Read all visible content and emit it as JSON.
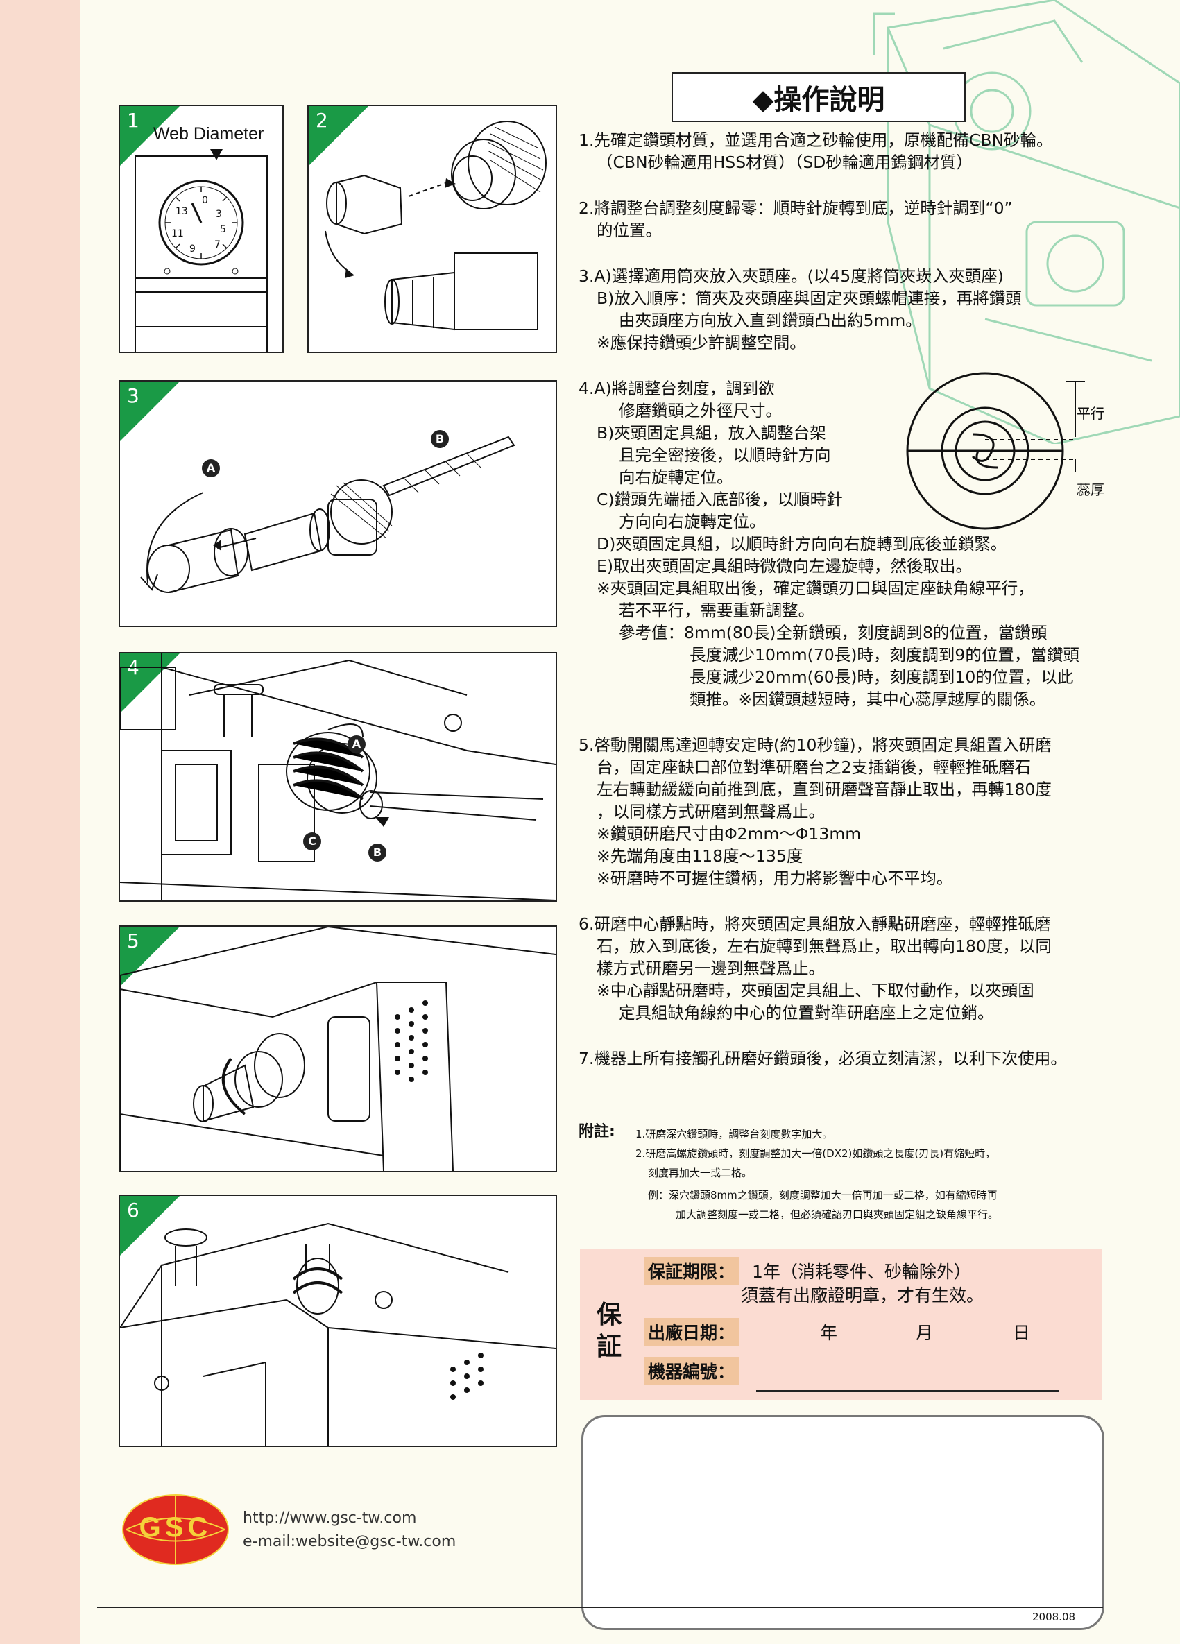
{
  "document": {
    "title": "◆操作說明",
    "date": "2008.08",
    "website": "http://www.gsc-tw.com",
    "email": "e-mail:website@gsc-tw.com",
    "logo_text": "GSC"
  },
  "panels": [
    {
      "number": "1",
      "label": "Web Diameter",
      "dial": [
        "0",
        "3",
        "5",
        "7",
        "9",
        "11",
        "13"
      ]
    },
    {
      "number": "2"
    },
    {
      "number": "3",
      "callouts": [
        "A",
        "B"
      ]
    },
    {
      "number": "4",
      "callouts": [
        "A",
        "B",
        "C"
      ]
    },
    {
      "number": "5"
    },
    {
      "number": "6"
    }
  ],
  "figure": {
    "label_parallel": "平行",
    "label_web": "蕊厚"
  },
  "instructions": [
    "1.先確定鑽頭材質，並選用合適之砂輪使用，原機配備CBN砂輪。",
    "（CBN砂輪適用HSS材質）（SD砂輪適用鎢鋼材質）",
    "2.將調整台調整刻度歸零：順時針旋轉到底，逆時針調到“0”",
    "的位置。",
    "3.A)選擇適用筒夾放入夾頭座。(以45度將筒夾崁入夾頭座)",
    "B)放入順序：筒夾及夾頭座與固定夾頭螺帽連接，再將鑽頭",
    "由夾頭座方向放入直到鑽頭凸出約5mm。",
    "※應保持鑽頭少許調整空間。",
    "4.A)將調整台刻度，調到欲",
    "修磨鑽頭之外徑尺寸。",
    "B)夾頭固定具組，放入調整台架",
    "且完全密接後，以順時針方向",
    "向右旋轉定位。",
    "C)鑽頭先端插入底部後，以順時針",
    "方向向右旋轉定位。",
    "D)夾頭固定具組，以順時針方向向右旋轉到底後並鎖緊。",
    "E)取出夾頭固定具組時微微向左邊旋轉，然後取出。",
    "※夾頭固定具組取出後，確定鑽頭刃口與固定座缺角線平行，",
    "若不平行，需要重新調整。",
    "參考值：8mm(80長)全新鑽頭，刻度調到8的位置，當鑽頭",
    "長度減少10mm(70長)時，刻度調到9的位置，當鑽頭",
    "長度減少20mm(60長)時，刻度調到10的位置，以此",
    "類推。※因鑽頭越短時，其中心蕊厚越厚的關係。",
    "5.啓動開關馬達迴轉安定時(約10秒鐘)，將夾頭固定具組置入研磨",
    "台，固定座缺口部位對準研磨台之2支插銷後，輕輕推砥磨石",
    "左右轉動緩緩向前推到底，直到研磨聲音靜止取出，再轉180度",
    "，以同樣方式研磨到無聲爲止。",
    "※鑽頭研磨尺寸由Φ2mm～Φ13mm",
    "※先端角度由118度～135度",
    "※研磨時不可握住鑽柄，用力將影響中心不平均。",
    "6.研磨中心靜點時，將夾頭固定具組放入靜點研磨座，輕輕推砥磨",
    "石，放入到底後，左右旋轉到無聲爲止，取出轉向180度，以同",
    "樣方式研磨另一邊到無聲爲止。",
    "※中心靜點研磨時，夾頭固定具組上、下取付動作，以夾頭固",
    "定具組缺角線約中心的位置對準研磨座上之定位銷。",
    "7.機器上所有接觸孔研磨好鑽頭後，必須立刻清潔，以利下次使用。"
  ],
  "notes": {
    "heading": "附註:",
    "lines": [
      "1.研磨深穴鑽頭時，調整台刻度數字加大。",
      "2.研磨高螺旋鑽頭時，刻度調整加大一倍(DX2)如鑽頭之長度(刃長)有縮短時，",
      "刻度再加大一或二格。",
      "例：深穴鑽頭8mm之鑽頭，刻度調整加大一倍再加一或二格，如有縮短時再",
      "加大調整刻度一或二格，但必須確認刃口與夾頭固定組之缺角線平行。"
    ]
  },
  "warranty": {
    "big1": "保",
    "big2": "証",
    "period_label": "保証期限：",
    "period_value": "1年（消耗零件、砂輪除外）",
    "period_note": "須蓋有出廠證明章，才有生效。",
    "date_label": "出廠日期：",
    "year": "年",
    "month": "月",
    "day": "日",
    "serial_label": "機器編號："
  },
  "colors": {
    "green": "#1a9a46",
    "pink_band": "#f9dccf",
    "warranty_bg": "#fbdcd2",
    "label_bg": "#f1c59e",
    "logo_red": "#e02a20",
    "logo_yellow": "#f4d23a"
  }
}
